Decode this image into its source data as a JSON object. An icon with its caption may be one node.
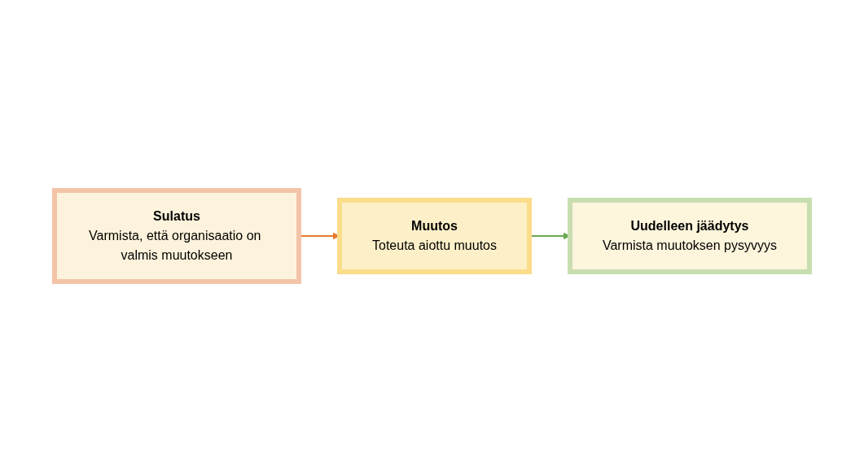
{
  "diagram": {
    "nodes": [
      {
        "text": [
          "Sulatus",
          "Varmista, että organisaatio on valmis muutokseen"
        ]
      },
      {
        "text": [
          "Muutos",
          "Toteuta aiottu muutos"
        ]
      },
      {
        "text": [
          "Uudelleen jäädytys",
          "Varmista muutoksen pysyvyys"
        ]
      }
    ],
    "edges": [
      {
        "from": 0,
        "to": 1,
        "arrow": "to",
        "color": "#e87a30"
      },
      {
        "from": 1,
        "to": 2,
        "arrow": "to",
        "color": "#6aa84f"
      }
    ]
  }
}
